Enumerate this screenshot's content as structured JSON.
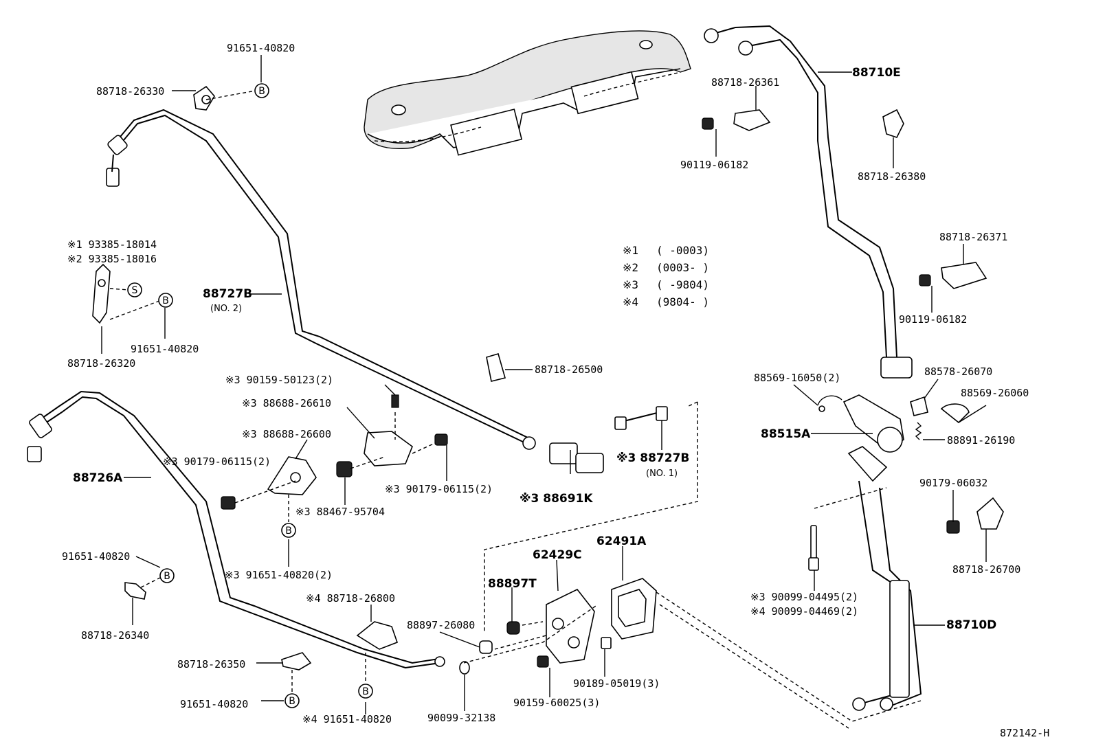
{
  "figure_code": "872142-H",
  "markers": {
    "b": "B",
    "s": "S"
  },
  "notes": [
    {
      "mark": "※1",
      "range": "(       -0003)"
    },
    {
      "mark": "※2",
      "range": "(0003-       )"
    },
    {
      "mark": "※3",
      "range": "(       -9804)"
    },
    {
      "mark": "※4",
      "range": "(9804-       )"
    }
  ],
  "labels": {
    "l1": "91651-40820",
    "l2": "88718-26330",
    "l3a": "※1  93385-18014",
    "l3b": "※2  93385-18016",
    "l4": "91651-40820",
    "l5": "88718-26320",
    "l6": "88727B",
    "l6sub": "(NO. 2)",
    "l7": "88718-26500",
    "l8": "※3 90159-50123(2)",
    "l9": "※3 88688-26610",
    "l10": "※3 88688-26600",
    "l11": "※3 90179-06115(2)",
    "l12": "88726A",
    "l13": "※3 90179-06115(2)",
    "l14": "※3 88467-95704",
    "l15": "※3  91651-40820(2)",
    "l16": "※3 88691K",
    "l17": "※3 88727B",
    "l17sub": "(NO. 1)",
    "l18": "91651-40820",
    "l19": "88718-26340",
    "l20": "※4  88718-26800",
    "l21": "88718-26350",
    "l22": "91651-40820",
    "l23": "※4  91651-40820",
    "l24": "88897-26080",
    "l25": "88897T",
    "l26": "62429C",
    "l27": "62491A",
    "l28": "90099-32138",
    "l29": "90159-60025(3)",
    "l30": "90189-05019(3)",
    "l31": "88710E",
    "l32": "88718-26361",
    "l33": "90119-06182",
    "l34": "88718-26380",
    "l35": "88718-26371",
    "l36": "90119-06182",
    "l37": "88569-16050(2)",
    "l38": "88578-26070",
    "l39": "88569-26060",
    "l40": "88515A",
    "l41": "88891-26190",
    "l42": "90179-06032",
    "l43": "88718-26700",
    "l44a": "※3   90099-04495(2)",
    "l44b": "※4   90099-04469(2)",
    "l45": "88710D"
  }
}
